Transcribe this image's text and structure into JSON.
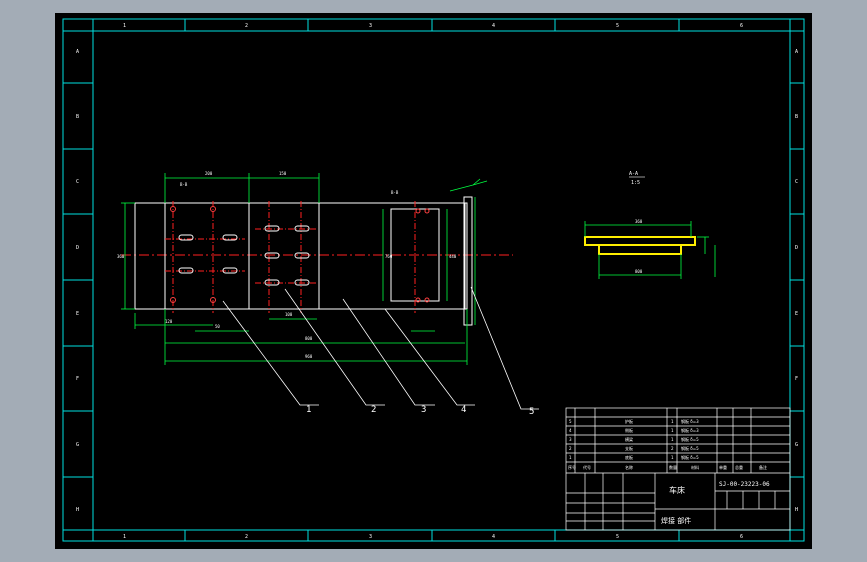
{
  "drawing": {
    "zone_cols": [
      "1",
      "2",
      "3",
      "4",
      "5",
      "6"
    ],
    "zone_rows": [
      "A",
      "B",
      "C",
      "D",
      "E",
      "F",
      "G",
      "H"
    ],
    "leaders": [
      "1",
      "2",
      "3",
      "4",
      "5"
    ],
    "section_label": "A-A",
    "section_scale": "1:5",
    "callout": "B-B",
    "dims": {
      "d1": "200",
      "d2": "150",
      "d3": "120",
      "d4": "100",
      "d5": "360",
      "d6": "800",
      "d7": "960",
      "d8": "50",
      "d9": "760",
      "d10": "440"
    }
  },
  "title_block": {
    "part_no": "SJ-00-23223-06",
    "company": "车床",
    "name": "焊接 部件",
    "bom_rows": [
      {
        "no": "5",
        "name": "护板",
        "qty": "1",
        "material": "钢板 δ=3"
      },
      {
        "no": "4",
        "name": "侧板",
        "qty": "1",
        "material": "钢板 δ=3"
      },
      {
        "no": "3",
        "name": "横梁",
        "qty": "1",
        "material": "钢板 δ=5"
      },
      {
        "no": "2",
        "name": "支板",
        "qty": "2",
        "material": "钢板 δ=5"
      },
      {
        "no": "1",
        "name": "底板",
        "qty": "1",
        "material": "钢板 δ=5"
      }
    ],
    "bom_header": [
      "序号",
      "代号",
      "名称",
      "数量",
      "材料",
      "单重",
      "总重",
      "备注"
    ]
  }
}
